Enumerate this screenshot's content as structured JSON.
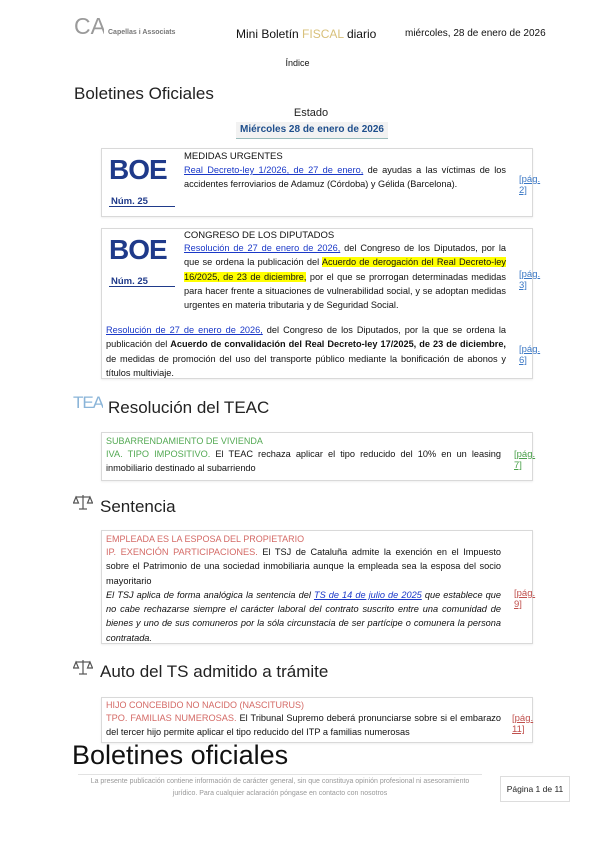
{
  "header": {
    "logo_mark": "CA",
    "company": "Capellas i Associats",
    "title_prefix": "Mini Boletín ",
    "title_highlight": "FISCAL",
    "title_suffix": " diario",
    "date": "miércoles, 28 de enero de 2026"
  },
  "indice": "Índice",
  "boletines": {
    "heading": "Boletines Oficiales",
    "estado": "Estado",
    "date_bar": "Miércoles 28 de enero de 2026",
    "boe_logo": "BOE",
    "entries": [
      {
        "num": "Núm. 25",
        "category": "MEDIDAS URGENTES",
        "link": "Real Decreto-ley 1/2026, de 27 de enero,",
        "text": " de ayudas a las víctimas de los accidentes ferroviarios de Adamuz (Córdoba) y Gélida (Barcelona).",
        "page": "[pág. 2]"
      },
      {
        "num": "Núm. 25",
        "category": "CONGRESO DE LOS DIPUTADOS",
        "link": "Resolución de 27 de enero de 2026,",
        "text_a": " del Congreso de los Diputados, por la que se ordena la publicación del ",
        "highlight": "Acuerdo de derogación del Real Decreto-ley 16/2025, de 23 de diciembre,",
        "text_b": " por el que se prorrogan determinadas medidas para hacer frente a situaciones de vulnerabilidad social, y se adoptan medidas urgentes en materia tributaria y de Seguridad Social.",
        "page": "[pág. 3]"
      },
      {
        "link": "Resolución de 27 de enero de 2026,",
        "text_a": " del Congreso de los Diputados, por la que se ordena la publicación del ",
        "bold": "Acuerdo de convalidación del Real Decreto-ley 17/2025, de 23 de diciembre,",
        "text_b": " de medidas de promoción del uso del transporte público mediante la bonificación de abonos y títulos multiviaje.",
        "page": "[pág. 6]"
      }
    ]
  },
  "teac": {
    "icon_label": "TEA",
    "heading": "Resolución del TEAC",
    "category": "SUBARRENDAMIENTO DE VIVIENDA",
    "lead": "IVA. TIPO IMPOSITIVO.",
    "text": "  El TEAC rechaza aplicar el tipo reducido del 10% en un leasing inmobiliario destinado al subarriendo",
    "page": "[pág. 7]",
    "color": "#53a953"
  },
  "sentencia": {
    "heading": "Sentencia",
    "category": "EMPLEADA ES LA ESPOSA DEL PROPIETARIO",
    "lead": "IP. EXENCIÓN PARTICIPACIONES.",
    "text": " El TSJ de Cataluña admite la exención en el Impuesto sobre el Patrimonio de una sociedad inmobiliaria aunque la empleada sea la esposa del socio mayoritario",
    "italic_a": "El TSJ aplica de forma analógica la sentencia del ",
    "italic_link": "TS de 14 de julio de 2025",
    "italic_b": " que establece que no cabe rechazarse siempre el carácter laboral del contrato suscrito entre una comunidad de bienes y uno de sus comuneros por la sóla circunstacia de ser partícipe o comunera la persona contratada.",
    "page": "[pág. 9]",
    "color": "#d46a66"
  },
  "auto": {
    "heading": "Auto del TS admitido a trámite",
    "category": "HIJO CONCEBIDO NO NACIDO (NASCITURUS)",
    "lead": "TPO. FAMILIAS NUMEROSAS.",
    "text": " El Tribunal Supremo deberá pronunciarse sobre si el embarazo del tercer hijo permite aplicar el tipo reducido del ITP a familias numerosas",
    "page": "[pág. 11]"
  },
  "big_heading": "Boletines oficiales",
  "footer": {
    "text": "La presente publicación contiene información de carácter general, sin que constituya opinión profesional ni asesoramiento jurídico. Para cualquier aclaración póngase en contacto con nosotros",
    "page": "Página 1 de 11"
  }
}
